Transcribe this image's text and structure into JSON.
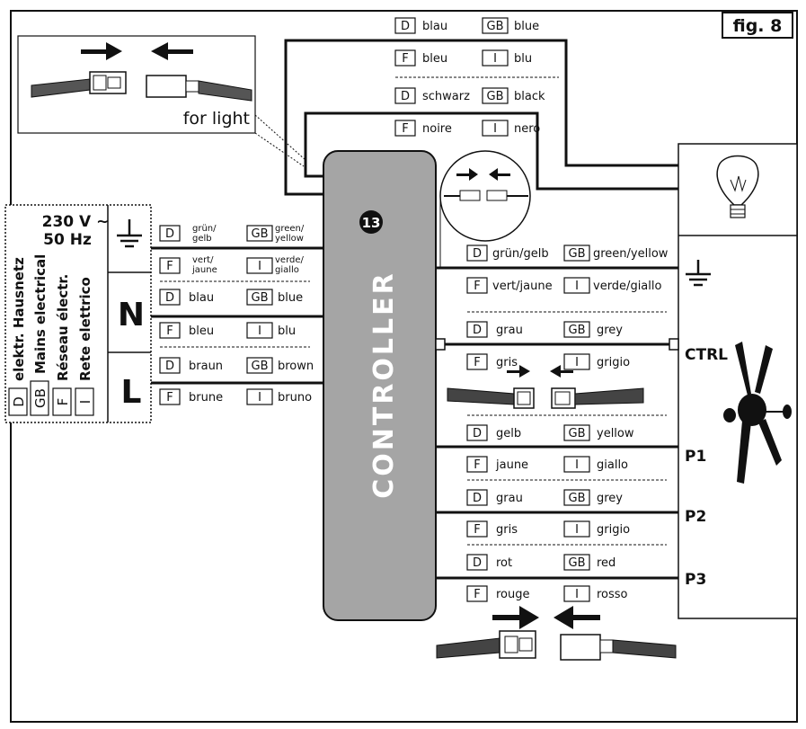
{
  "figure_label": "fig. 8",
  "for_light": "for light",
  "controller_label": "CONTROLLER",
  "controller_number": "13",
  "mains": {
    "voltage": "230 V ~",
    "frequency": "50 Hz",
    "languages": [
      {
        "code": "D",
        "text": "elektr. Hausnetz"
      },
      {
        "code": "GB",
        "text": "Mains electrical"
      },
      {
        "code": "F",
        "text": "Réseau électr."
      },
      {
        "code": "I",
        "text": "Rete elettrico"
      }
    ],
    "terminals": {
      "neutral": "N",
      "live": "L"
    }
  },
  "light_wires": {
    "wire1": {
      "d": "blau",
      "gb": "blue",
      "f": "bleu",
      "i": "blu"
    },
    "wire2": {
      "d": "schwarz",
      "gb": "black",
      "f": "noire",
      "i": "nero"
    }
  },
  "mains_wires": {
    "earth": {
      "d_top": "grün/",
      "d_bot": "gelb",
      "gb_top": "green/",
      "gb_bot": "yellow",
      "f_top": "vert/",
      "f_bot": "jaune",
      "i_top": "verde/",
      "i_bot": "giallo"
    },
    "neutral": {
      "d": "blau",
      "gb": "blue",
      "f": "bleu",
      "i": "blu"
    },
    "live": {
      "d": "braun",
      "gb": "brown",
      "f": "brune",
      "i": "bruno"
    }
  },
  "fan_wires": {
    "earth": {
      "d": "grün/gelb",
      "gb": "green/yellow",
      "f": "vert/jaune",
      "i": "verde/giallo"
    },
    "ctrl": {
      "d": "grau",
      "gb": "grey",
      "f": "gris",
      "i": "grigio"
    },
    "p1": {
      "d": "gelb",
      "gb": "yellow",
      "f": "jaune",
      "i": "giallo"
    },
    "p2": {
      "d": "grau",
      "gb": "grey",
      "f": "gris",
      "i": "grigio"
    },
    "p3": {
      "d": "rot",
      "gb": "red",
      "f": "rouge",
      "i": "rosso"
    }
  },
  "fan_terminals": {
    "ctrl": "CTRL",
    "p1": "P1",
    "p2": "P2",
    "p3": "P3"
  },
  "codes": {
    "d": "D",
    "gb": "GB",
    "f": "F",
    "i": "I"
  }
}
